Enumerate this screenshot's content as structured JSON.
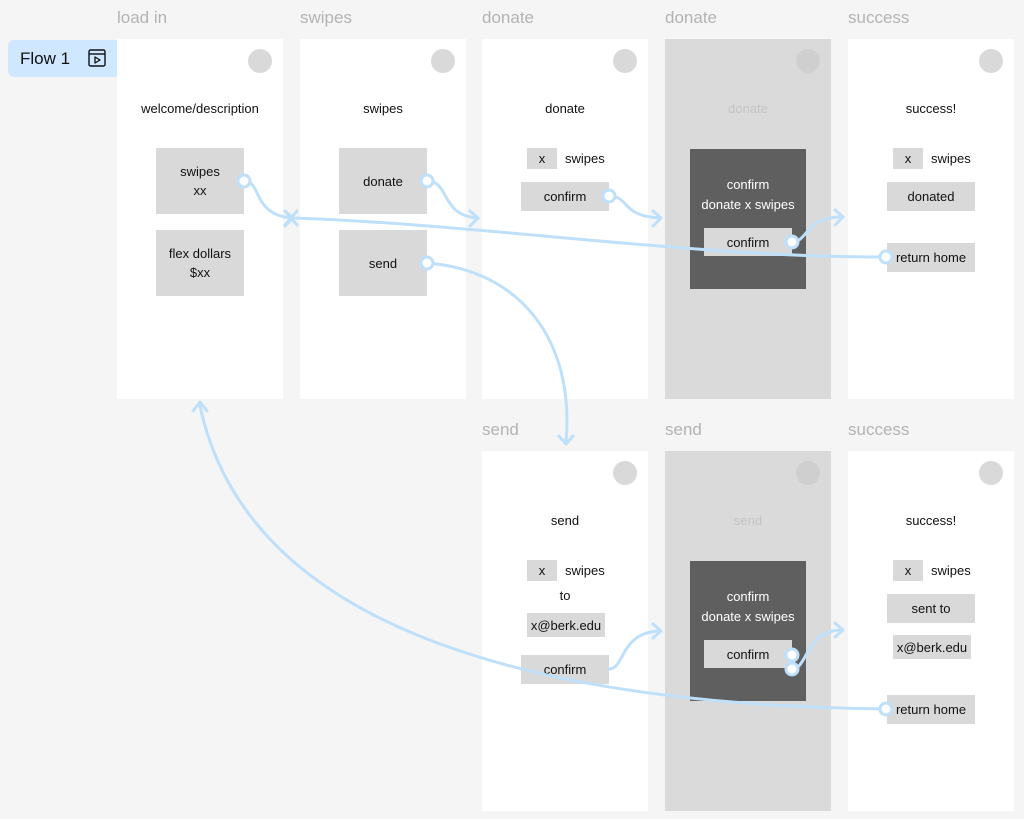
{
  "flow": {
    "label": "Flow 1",
    "icon": "play-frame-icon"
  },
  "frames": {
    "load_in": {
      "label": "load in",
      "title": "welcome/description",
      "swipes_line1": "swipes",
      "swipes_line2": "xx",
      "flex_line1": "flex dollars",
      "flex_line2": "$xx"
    },
    "swipes": {
      "label": "swipes",
      "title": "swipes",
      "donate_btn": "donate",
      "send_btn": "send"
    },
    "donate": {
      "label": "donate",
      "title": "donate",
      "qty": "x",
      "unit": "swipes",
      "confirm_btn": "confirm"
    },
    "donate_confirm": {
      "label": "donate",
      "ghost_title": "donate",
      "modal_line1": "confirm",
      "modal_line2": "donate x swipes",
      "confirm_btn": "confirm"
    },
    "donate_success": {
      "label": "success",
      "title": "success!",
      "qty": "x",
      "unit": "swipes",
      "status": "donated",
      "return_btn": "return home"
    },
    "send": {
      "label": "send",
      "title": "send",
      "qty": "x",
      "unit": "swipes",
      "to": "to",
      "email": "x@berk.edu",
      "confirm_btn": "confirm"
    },
    "send_confirm": {
      "label": "send",
      "ghost_title": "send",
      "modal_line1": "confirm",
      "modal_line2": "donate x swipes",
      "confirm_btn": "confirm"
    },
    "send_success": {
      "label": "success",
      "title": "success!",
      "qty": "x",
      "unit": "swipes",
      "status": "sent to",
      "email": "x@berk.edu",
      "return_btn": "return home"
    }
  },
  "colors": {
    "canvas": "#f5f5f5",
    "frame": "#ffffff",
    "dim_frame": "#dadada",
    "modal": "#5f5f5f",
    "box": "#d9d9d9",
    "connector": "#bfe0fb",
    "flow_tab": "#cfe7ff"
  }
}
